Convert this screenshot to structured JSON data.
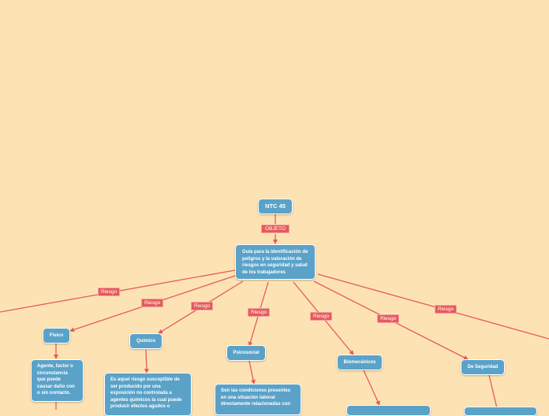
{
  "root": {
    "label": "NTC 45"
  },
  "objective_link": {
    "label": "OBJETO"
  },
  "objective": {
    "text": "Guía para la identificación de peligros y la valoración de riesgos en seguridad y salud de los trabajadores"
  },
  "risk_label": "Riesgo",
  "categories": [
    {
      "label": "Físico"
    },
    {
      "label": "Químico"
    },
    {
      "label": "Psicosocial"
    },
    {
      "label": "Biomecánicos"
    },
    {
      "label": "De Seguridad"
    }
  ],
  "descriptions": {
    "fisico": "Agente, factor o circunstancia que puede causar daño con o sin contacto.",
    "quimico": "Es aquel riesgo susceptible de ser producido por una exposición no controlada a agentes químicos la cual puede producir efectos agudos o",
    "psicosocial": "Son las condiciones presentes en una situación laboral directamente relacionadas con"
  },
  "colors": {
    "background": "#fde3b4",
    "node": "#5aa2c8",
    "link_label": "#e65a5a",
    "connector": "#e65a5a"
  }
}
